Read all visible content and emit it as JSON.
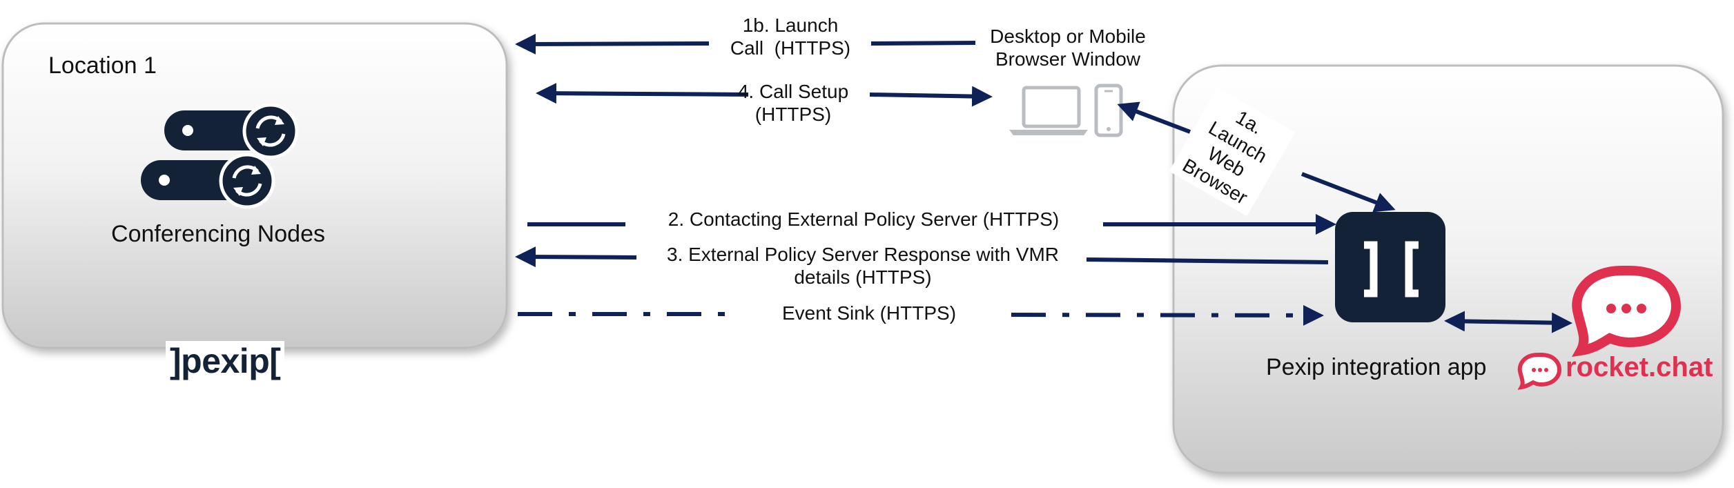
{
  "location_box": {
    "title": "Location 1",
    "node_label": "Conferencing Nodes",
    "node_icon": "server-sync-icon",
    "logo_text": "]pexip["
  },
  "browser": {
    "label_line1": "Desktop or Mobile",
    "label_line2": "Browser Window",
    "icons": [
      "laptop-icon",
      "mobile-phone-icon"
    ]
  },
  "integration": {
    "app_label": "Pexip integration app",
    "app_icon_text": "][",
    "rocketchat_text": "rocket.chat"
  },
  "flows": {
    "launch_call": {
      "line1": "1b. Launch",
      "line2": "Call  (HTTPS)"
    },
    "call_setup": {
      "line1": "4. Call Setup",
      "line2": "(HTTPS)"
    },
    "launch_browser": {
      "line1": "1a.",
      "line2": "Launch",
      "line3": "Web",
      "line4": "Browser"
    },
    "contacting": {
      "text": "2. Contacting External Policy Server (HTTPS)"
    },
    "response": {
      "line1": "3. External Policy Server Response with VMR",
      "line2": "details (HTTPS)"
    },
    "event_sink": {
      "text": "Event Sink (HTTPS)"
    }
  },
  "colors": {
    "arrow": "#0f2258",
    "icon_dark": "#132237",
    "rocketchat": "#e0304f",
    "device_gray": "#b9bdc1"
  }
}
